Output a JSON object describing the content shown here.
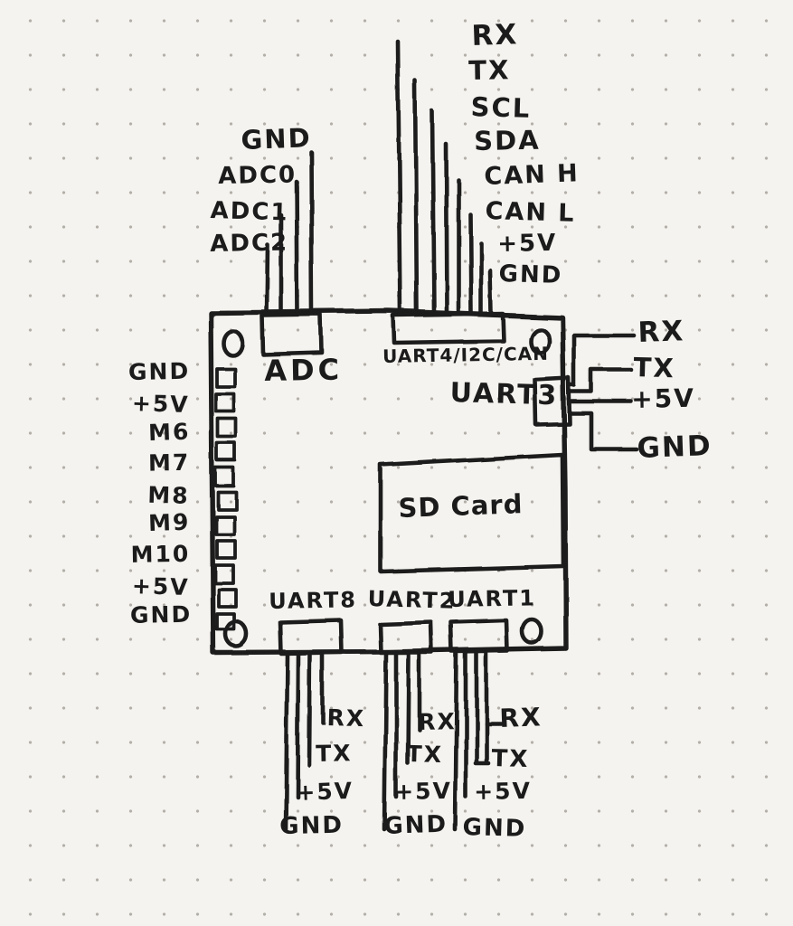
{
  "page": {
    "kind": "hand-drawn wiring pinout sketch",
    "surface": "dot-grid notebook paper"
  },
  "colors": {
    "ink": "#1b1b1b",
    "paper": "#f5f3ef",
    "dot": "#b2aea8"
  },
  "board": {
    "left_pin_labels": [
      "GND",
      "+5V",
      "M6",
      "M7",
      "M8",
      "M9",
      "M10",
      "+5V",
      "GND"
    ],
    "sd_card_label": "SD Card",
    "connectors": {
      "adc": {
        "label": "ADC",
        "pin_labels": [
          "GND",
          "ADC0",
          "ADC1",
          "ADC2"
        ]
      },
      "uart4_i2c_can": {
        "label": "UART4/I2C/CAN",
        "pin_labels": [
          "RX",
          "TX",
          "SCL",
          "SDA",
          "CAN H",
          "CAN L",
          "+5V",
          "GND"
        ]
      },
      "uart3": {
        "label": "UART3",
        "pin_labels": [
          "RX",
          "TX",
          "+5V",
          "GND"
        ]
      },
      "uart8": {
        "label": "UART8",
        "pin_labels": [
          "RX",
          "TX",
          "+5V",
          "GND"
        ]
      },
      "uart2": {
        "label": "UART2",
        "pin_labels": [
          "RX",
          "TX",
          "+5V",
          "GND"
        ]
      },
      "uart1": {
        "label": "UART1",
        "pin_labels": [
          "RX",
          "TX",
          "+5V",
          "GND"
        ]
      }
    }
  }
}
